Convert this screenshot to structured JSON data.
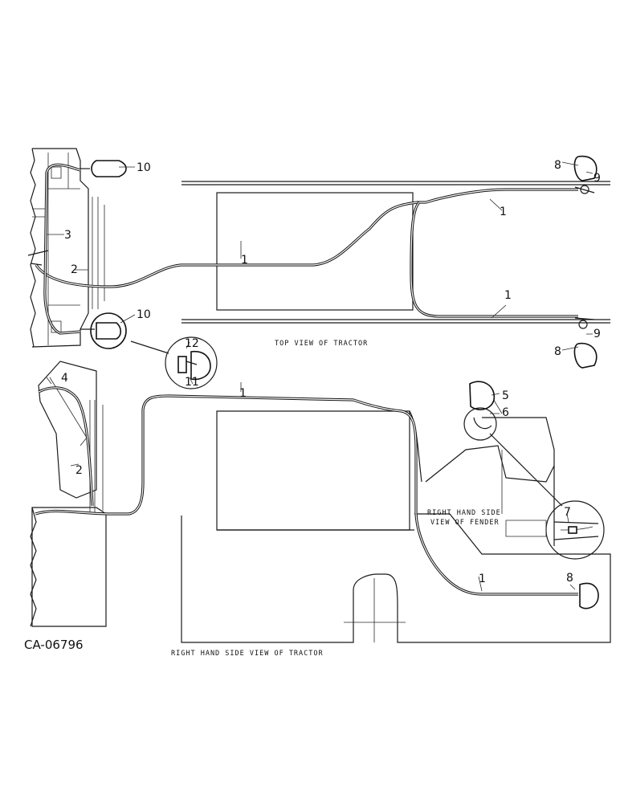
{
  "captions": {
    "top_view": "TOP VIEW OF TRACTOR",
    "side_view": "RIGHT HAND SIDE VIEW OF TRACTOR",
    "fender_line1": "RIGHT HAND SIDE",
    "fender_line2": "VIEW OF FENDER"
  },
  "drawing_code": "CA-06796",
  "callouts": {
    "harness": "1",
    "harness_front": "2",
    "harness_clip": "3",
    "clip": "4",
    "lamp_assembly": "5",
    "bracket": "6",
    "connector": "7",
    "rear_lamp": "8",
    "socket": "9",
    "head_lamp": "10",
    "bulb": "11",
    "lens": "12"
  }
}
